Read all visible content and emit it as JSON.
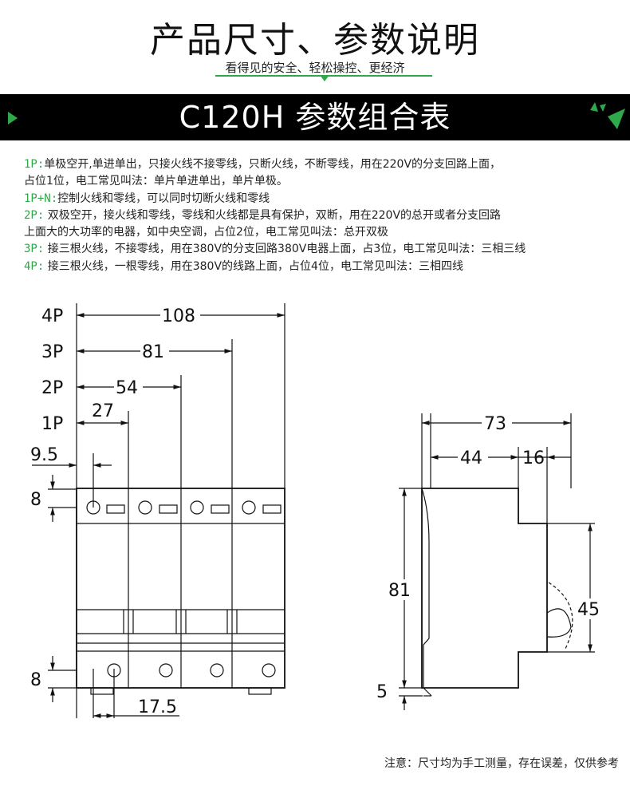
{
  "header": {
    "title": "产品尺寸、参数说明",
    "subtitle": "看得见的安全、轻松操控、更经济",
    "accent_color": "#2ea84a"
  },
  "banner": {
    "title": "C120H 参数组合表"
  },
  "descriptions": [
    {
      "key": "1P:",
      "text": "单极空开,单进单出，只接火线不接零线，只断火线，不断零线，用在220V的分支回路上面，",
      "cont": "占位1位，电工常见叫法：单片单进单出，单片单极。"
    },
    {
      "key": "1P+N:",
      "text": "控制火线和零线，可以同时切断火线和零线",
      "cont": ""
    },
    {
      "key": "2P:",
      "text": " 双极空开，接火线和零线，零线和火线都是具有保护，双断，用在220V的总开或者分支回路",
      "cont": "上面大的大功率的电器，如中央空调，占位2位，电工常见叫法：总开双极"
    },
    {
      "key": "3P:",
      "text": " 接三根火线，不接零线，用在380V的分支回路380V电器上面，占3位，电工常见叫法：三相三线",
      "cont": ""
    },
    {
      "key": "4P:",
      "text": " 接三根火线，一根零线，用在380V的线路上面，占位4位，电工常见叫法：三相四线",
      "cont": ""
    }
  ],
  "front_view": {
    "pole_labels": [
      "4P",
      "3P",
      "2P",
      "1P"
    ],
    "width_dims": [
      "108",
      "81",
      "54",
      "27"
    ],
    "terminal_offset": "9.5",
    "top_terminal_height": "8",
    "bottom_terminal_height": "8",
    "pitch": "17.5"
  },
  "side_view": {
    "depth": "73",
    "front_depth": "44",
    "step": "16",
    "height": "81",
    "front_height": "45",
    "base": "5"
  },
  "footnote": "注意：尺寸均为手工测量，存在误差，仅供参考"
}
